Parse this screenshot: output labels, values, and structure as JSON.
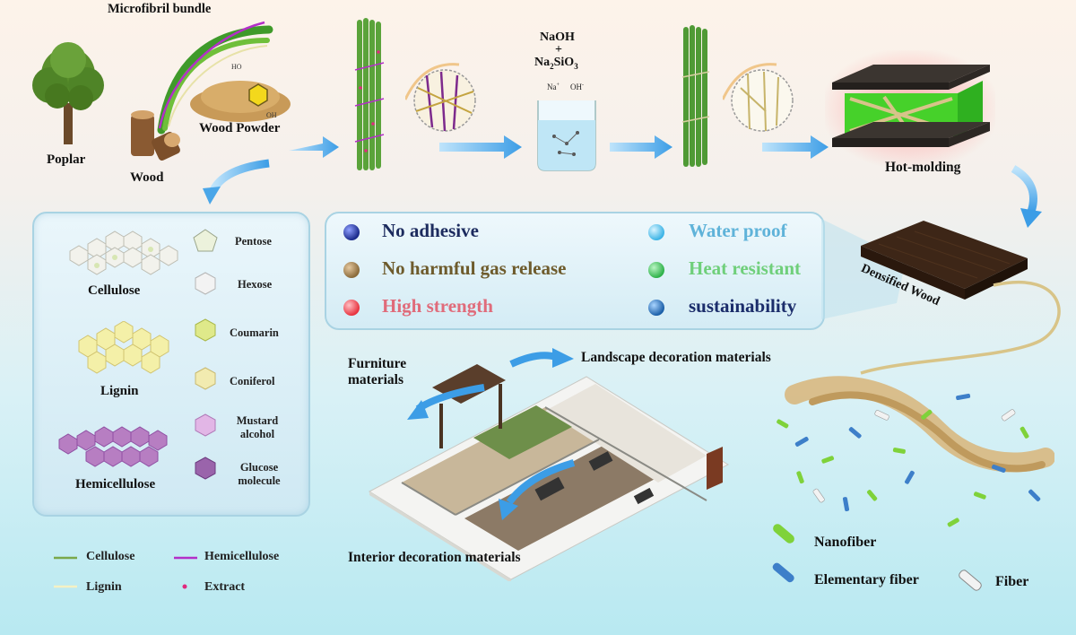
{
  "top_row": {
    "microfibril_label": "Microfibril bundle",
    "tree_label": "Poplar",
    "wood_label": "Wood",
    "powder_label": "Wood Powder",
    "powder_ho": "HO",
    "powder_oh": "OH",
    "chem_naoh": "NaOH",
    "chem_plus": "+",
    "chem_na2sio3_main": "Na",
    "chem_na2sio3_sub1": "2",
    "chem_na2sio3_mid": "SiO",
    "chem_na2sio3_sub2": "3",
    "ion_na": "Na",
    "ion_na_sup": "+",
    "ion_oh": "OH",
    "ion_oh_sup": "-",
    "hot_molding_label": "Hot-molding",
    "densified_label": "Densified Wood"
  },
  "components": {
    "left": [
      {
        "name": "Cellulose",
        "color": "#f2f2ec",
        "accent": "#cfe0a8"
      },
      {
        "name": "Lignin",
        "color": "#f4f0a8",
        "accent": "#e2d870"
      },
      {
        "name": "Hemicellulose",
        "color": "#b77ec2",
        "accent": "#8f4fa3"
      }
    ],
    "right": [
      {
        "name": "Pentose",
        "color": "#ecf2dc"
      },
      {
        "name": "Hexose",
        "color": "#f3f3f3"
      },
      {
        "name": "Coumarin",
        "color": "#dfe98a"
      },
      {
        "name": "Coniferol",
        "color": "#f2ebb0"
      },
      {
        "name": "Mustard alcohol",
        "color": "#e2b6e6"
      },
      {
        "name": "Glucose molecule",
        "color": "#9a64ab"
      }
    ]
  },
  "legend": {
    "items": [
      {
        "label": "Cellulose",
        "color": "#7aa84a",
        "mark": "line"
      },
      {
        "label": "Hemicellulose",
        "color": "#b32fc8",
        "mark": "line"
      },
      {
        "label": "Lignin",
        "color": "#f5f1c4",
        "mark": "line"
      },
      {
        "label": "Extract",
        "color": "#e0297e",
        "mark": "dot"
      }
    ]
  },
  "properties": {
    "items": [
      {
        "text": "No adhesive",
        "color": "#1c2b5e",
        "ball": "#1a2a8a"
      },
      {
        "text": "Water proof",
        "color": "#5fb3d9",
        "ball": "#3cb4e6"
      },
      {
        "text": "No harmful gas release",
        "color": "#6e5b2c",
        "ball": "#8a6a3a"
      },
      {
        "text": "Heat resistant",
        "color": "#6fcf7a",
        "ball": "#2fb24a"
      },
      {
        "text": "High strength",
        "color": "#e06b7a",
        "ball": "#e8333f"
      },
      {
        "text": "sustainability",
        "color": "#1b2d6b",
        "ball": "#1b5fa8"
      }
    ]
  },
  "applications": {
    "furniture_line1": "Furniture",
    "furniture_line2": "materials",
    "landscape": "Landscape decoration materials",
    "interior": "Interior decoration materials"
  },
  "fiber_legend": {
    "nanofiber": "Nanofiber",
    "elementary": "Elementary fiber",
    "fiber": "Fiber"
  },
  "colors": {
    "arrow": "#4aa6e8",
    "green_fiber": "#6fbf3a",
    "magenta_fiber": "#b32fc8"
  }
}
